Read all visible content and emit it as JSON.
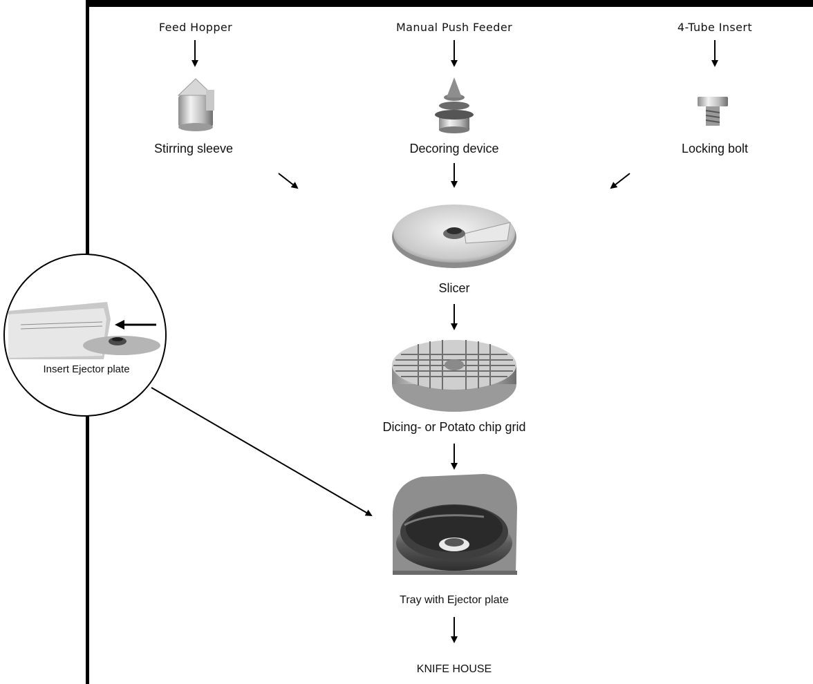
{
  "sources": {
    "feed_hopper": "Feed Hopper",
    "manual_push_feeder": "Manual Push Feeder",
    "tube_insert": "4-Tube Insert"
  },
  "components": {
    "stirring_sleeve": "Stirring sleeve",
    "decoring_device": "Decoring device",
    "locking_bolt": "Locking bolt",
    "slicer": "Slicer",
    "dicing_grid": "Dicing- or Potato chip grid",
    "tray": "Tray with Ejector plate",
    "knife_house": "KNIFE HOUSE"
  },
  "callout": {
    "label": "Insert Ejector plate"
  },
  "colors": {
    "line": "#000000",
    "metal_light": "#e6e6e6",
    "metal_mid": "#a9a9a9",
    "metal_dark": "#5a5a5a"
  }
}
